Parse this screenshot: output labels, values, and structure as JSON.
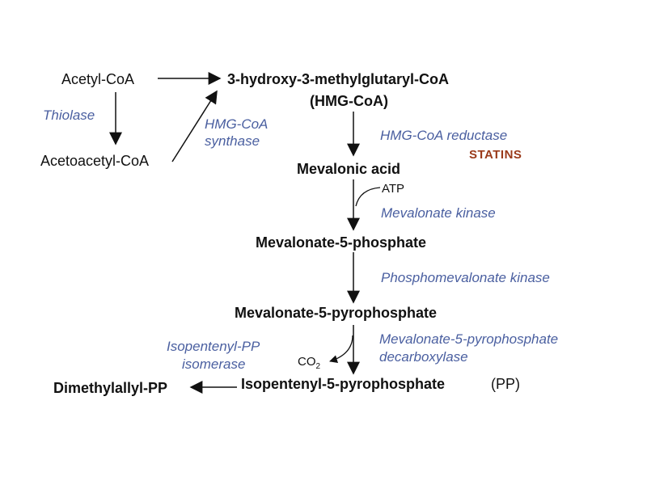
{
  "molecules": {
    "acetyl_coa": "Acetyl-CoA",
    "acetoacetyl_coa": "Acetoacetyl-CoA",
    "hmg_coa_line1": "3-hydroxy-3-methylglutaryl-CoA",
    "hmg_coa_line2": "(HMG-CoA)",
    "mevalonic_acid": "Mevalonic acid",
    "mevalonate_5_phosphate": "Mevalonate-5-phosphate",
    "mevalonate_5_pyrophosphate": "Mevalonate-5-pyrophosphate",
    "isopentenyl_5_pyrophosphate": "Isopentenyl-5-pyrophosphate",
    "isopentenyl_suffix": "(PP)",
    "dimethylallyl_pp": "Dimethylallyl-PP"
  },
  "enzymes": {
    "thiolase": "Thiolase",
    "hmg_coa_synthase_line1": "HMG-CoA",
    "hmg_coa_synthase_line2": "synthase",
    "hmg_coa_reductase": "HMG-CoA reductase",
    "mevalonate_kinase": "Mevalonate kinase",
    "phosphomevalonate_kinase": "Phosphomevalonate kinase",
    "decarboxylase_line1": "Mevalonate-5-pyrophosphate",
    "decarboxylase_line2": "decarboxylase",
    "isomerase_line1": "Isopentenyl-PP",
    "isomerase_line2": "isomerase"
  },
  "cofactors": {
    "atp": "ATP",
    "co2_main": "CO",
    "co2_sub": "2"
  },
  "inhibitor": {
    "statins": "STATINS"
  },
  "colors": {
    "enzyme_text": "#4a5fa0",
    "inhibitor_text": "#9a3a1a",
    "arrow": "#111111"
  }
}
